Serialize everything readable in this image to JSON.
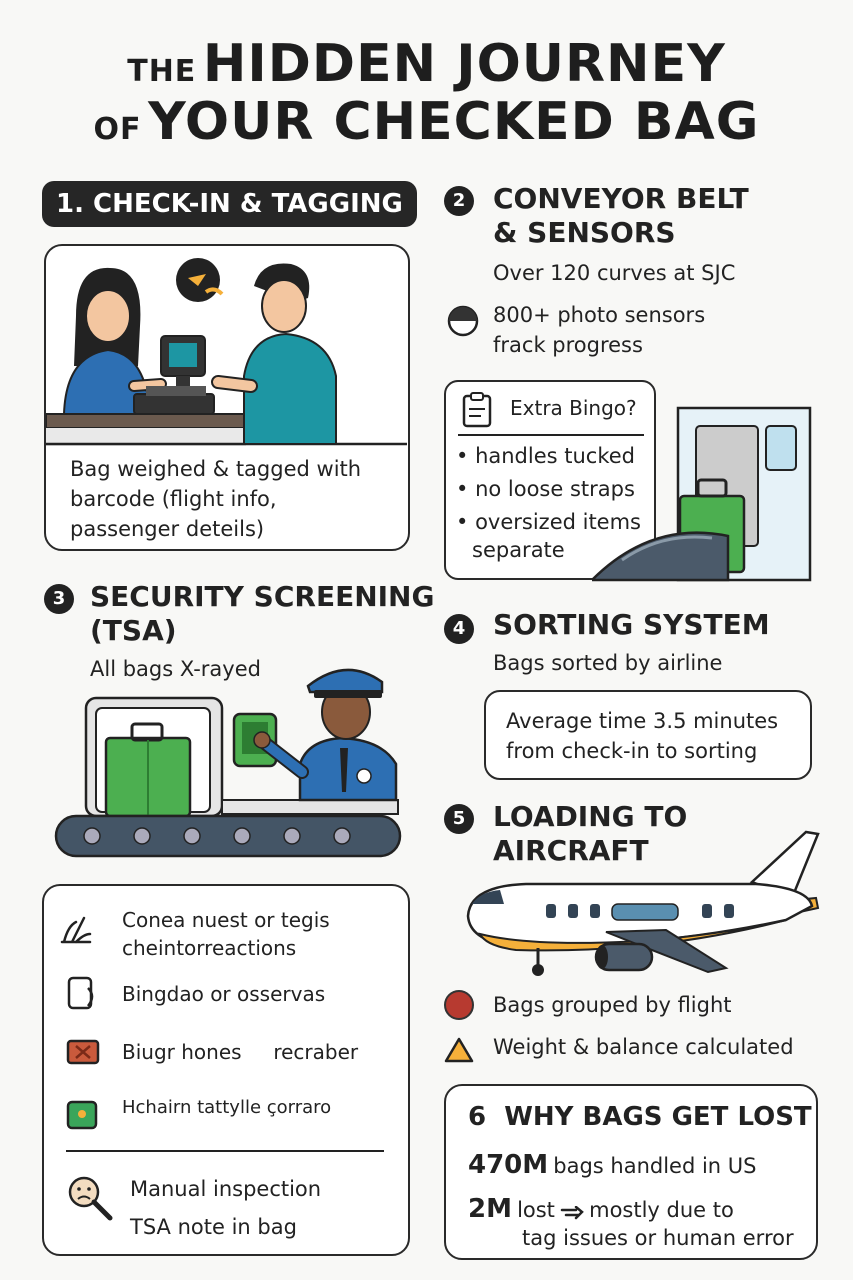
{
  "title": {
    "line1_small": "THE",
    "line1_big": "HIDDEN JOURNEY",
    "line2_small": "OF",
    "line2_big": "YOUR CHECKED BAG"
  },
  "section1": {
    "heading": "1. CHECK-IN & TAGGING",
    "caption": [
      "Bag weighed & tagged with",
      "barcode (flight info,",
      "passenger deteils)"
    ]
  },
  "section2": {
    "number": "2",
    "heading": [
      "CONVEYOR BELT",
      "& SENSORS"
    ],
    "fact1": "Over 120 curves at SJC",
    "fact2": [
      "800+ photo sensors",
      "frack progress"
    ],
    "checklist_title": "Extra Bingo?",
    "checklist": [
      "handles tucked",
      "no loose straps",
      "oversized items",
      "separate"
    ]
  },
  "section3": {
    "number": "3",
    "heading": [
      "SECURITY SCREENING",
      "(TSA)"
    ],
    "subtitle": "All bags X-rayed",
    "items": [
      {
        "icon": "hand-icon",
        "text": [
          "Conea nuest or tegis",
          "cheintorreactions"
        ]
      },
      {
        "icon": "bag-icon",
        "text": [
          "Bingdao or osservas"
        ]
      },
      {
        "icon": "red-tag-icon",
        "text": [
          "Biugr hones     recraber"
        ]
      },
      {
        "icon": "green-tag-icon",
        "text": [
          "Hchairn tattylle çorraro"
        ]
      }
    ],
    "footer": [
      "Manual inspection",
      "TSA note in bag"
    ]
  },
  "section4": {
    "number": "4",
    "heading": "SORTING SYSTEM",
    "subtitle": "Bags sorted by airline",
    "callout": [
      "Average time 3.5 minutes",
      "from check-in to sorting"
    ]
  },
  "section5": {
    "number": "5",
    "heading": [
      "LOADING TO",
      "AIRCRAFT"
    ],
    "fact1": "Bags grouped by flight",
    "fact2": "Weight & balance calculated"
  },
  "section6": {
    "heading": "6  WHY BAGS GET LOST",
    "stat1_value": "470M",
    "stat1_text": "bags handled in US",
    "stat2_value": "2M",
    "stat2_text1": "lost",
    "stat2_text2": "mostly due to",
    "stat2_text3": "tag issues or human error"
  },
  "colors": {
    "dark": "#262626",
    "shirt_blue": "#2d6fb3",
    "teal": "#1d96a3",
    "bag_green": "#4caf50",
    "plane_yellow": "#f5b03a",
    "red": "#b73a30"
  }
}
